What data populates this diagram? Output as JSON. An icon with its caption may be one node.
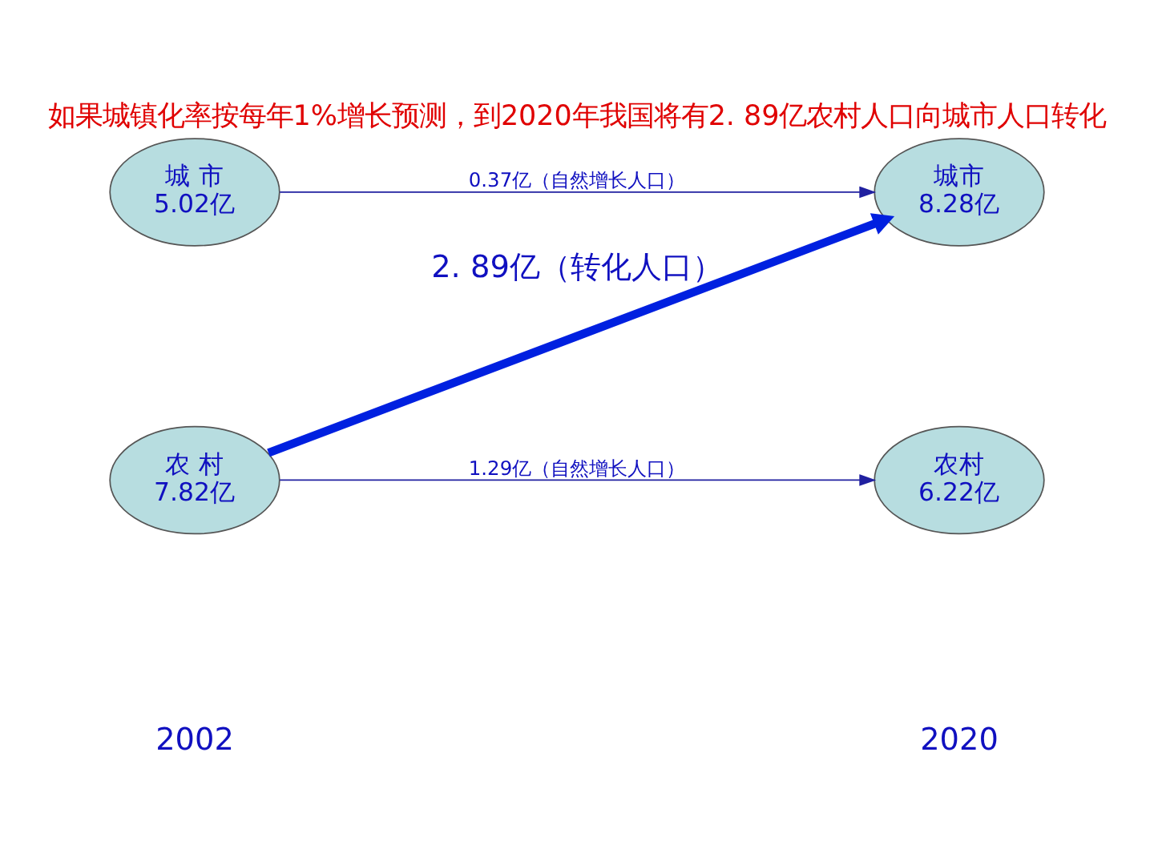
{
  "diagram": {
    "title": "如果城镇化率按每年1%增长预测，到2020年我国将有2. 89亿农村人口向城市人口转化",
    "nodes": [
      {
        "text": [
          "城 市",
          "5.02亿"
        ]
      },
      {
        "text": [
          "城市",
          "8.28亿"
        ]
      },
      {
        "text": [
          "农 村",
          "7.82亿"
        ]
      },
      {
        "text": [
          "农村",
          "6.22亿"
        ]
      }
    ],
    "edges": [
      {
        "from": 0,
        "to": 1,
        "arrow": "to",
        "label": "0.37亿（自然增长人口）"
      },
      {
        "from": 2,
        "to": 1,
        "arrow": "to",
        "label": "2. 89亿（转化人口）",
        "style": "thick"
      },
      {
        "from": 2,
        "to": 3,
        "arrow": "to",
        "label": "1.29亿（自然增长人口）"
      }
    ],
    "labels": [
      "2002",
      "2020"
    ]
  }
}
